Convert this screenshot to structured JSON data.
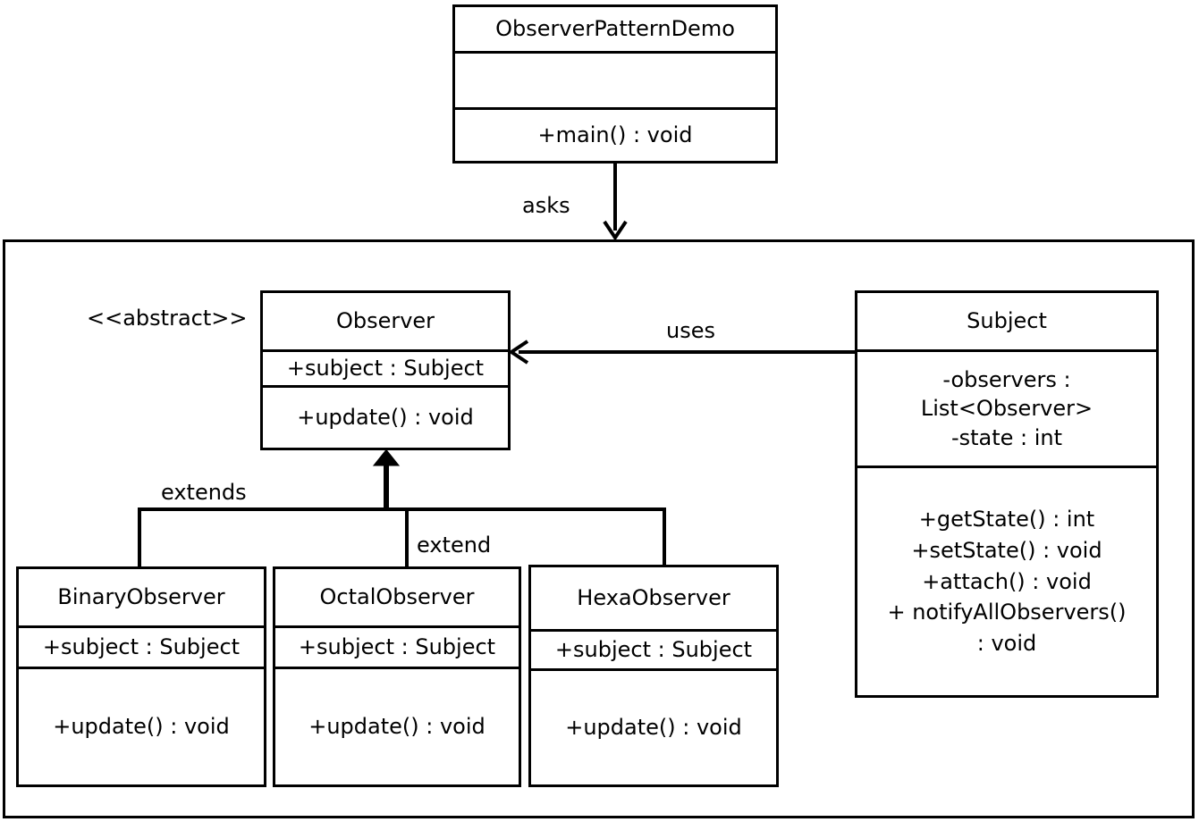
{
  "demo_class": {
    "name": "ObserverPatternDemo",
    "method": "+main()  : void"
  },
  "relations": {
    "asks": "asks",
    "uses": "uses",
    "extends": "extends",
    "extend": "extend"
  },
  "observer": {
    "stereotype": "<<abstract>>",
    "name": "Observer",
    "attribute": "+subject  : Subject",
    "method": "+update()  : void"
  },
  "subject": {
    "name": "Subject",
    "attributes": [
      "-observers  :",
      "List<Observer>",
      "-state : int"
    ],
    "methods": [
      "+getState() : int",
      "+setState() : void",
      "+attach() : void",
      "+ notifyAllObservers()",
      ": void"
    ]
  },
  "binary_observer": {
    "name": "BinaryObserver",
    "attribute": "+subject  : Subject",
    "method": "+update()  : void"
  },
  "octal_observer": {
    "name": "OctalObserver",
    "attribute": "+subject  : Subject",
    "method": "+update()  : void"
  },
  "hexa_observer": {
    "name": "HexaObserver",
    "attribute": "+subject  : Subject",
    "method": "+update()  : void"
  }
}
